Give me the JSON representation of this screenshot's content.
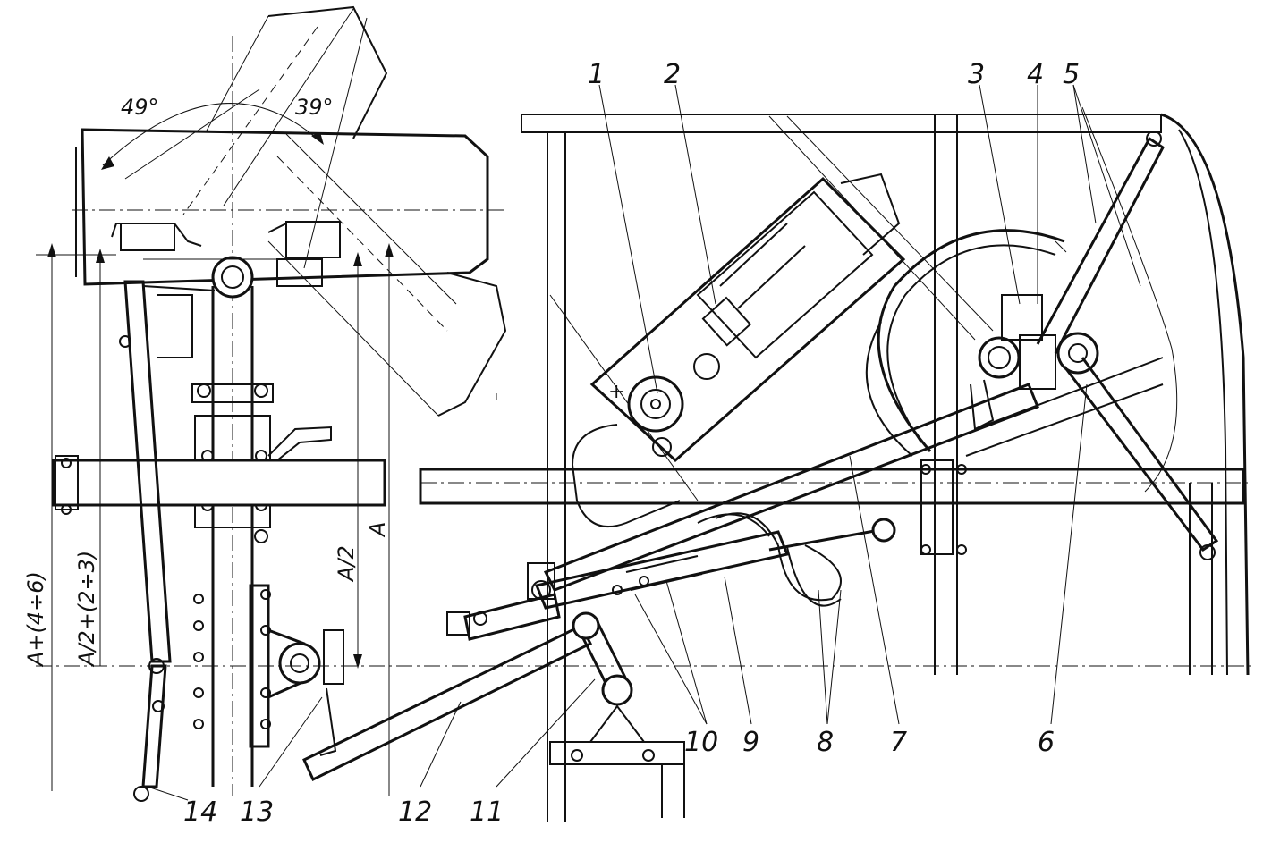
{
  "colors": {
    "ink": "#111111",
    "paper": "#ffffff"
  },
  "callouts": [
    {
      "id": "1",
      "text": "1"
    },
    {
      "id": "2",
      "text": "2"
    },
    {
      "id": "3",
      "text": "3"
    },
    {
      "id": "4",
      "text": "4"
    },
    {
      "id": "5",
      "text": "5"
    },
    {
      "id": "6",
      "text": "6"
    },
    {
      "id": "7",
      "text": "7"
    },
    {
      "id": "8",
      "text": "8"
    },
    {
      "id": "9",
      "text": "9"
    },
    {
      "id": "10",
      "text": "10"
    },
    {
      "id": "11",
      "text": "11"
    },
    {
      "id": "12",
      "text": "12"
    },
    {
      "id": "13",
      "text": "13"
    },
    {
      "id": "14",
      "text": "14"
    }
  ],
  "dimensions": {
    "angle_left": "49°",
    "angle_right": "39°",
    "full": "A+(4÷6)",
    "half": "A/2+(2÷3)",
    "a_half": "A/2",
    "a": "A"
  }
}
